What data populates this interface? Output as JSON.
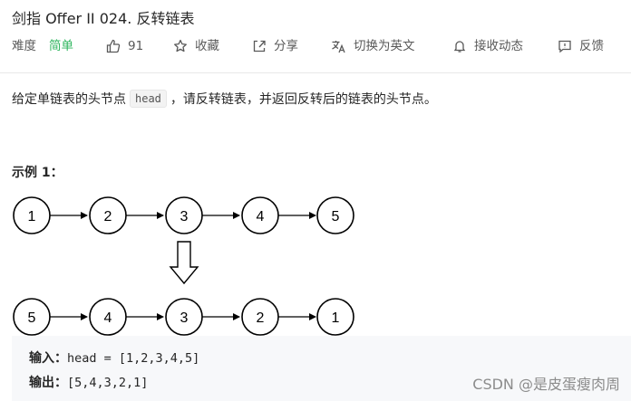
{
  "problem": {
    "title": "剑指 Offer II 024. 反转链表"
  },
  "meta": {
    "difficulty_label": "难度",
    "difficulty_value": "简单",
    "likes": "91",
    "favorite_label": "收藏",
    "share_label": "分享",
    "translate_label": "切换为英文",
    "notify_label": "接收动态",
    "feedback_label": "反馈",
    "colors": {
      "difficulty": "#2db55d",
      "meta_text": "#595959"
    }
  },
  "description": {
    "before": "给定单链表的头节点",
    "code": "head",
    "after": "，请反转链表，并返回反转后的链表的头节点。"
  },
  "example": {
    "title": "示例 1：",
    "input_label": "输入：",
    "input_value": "head = [1,2,3,4,5]",
    "output_label": "输出：",
    "output_value": "[5,4,3,2,1]"
  },
  "diagram": {
    "original_list": [
      "1",
      "2",
      "3",
      "4",
      "5"
    ],
    "reversed_list": [
      "5",
      "4",
      "3",
      "2",
      "1"
    ],
    "down_arrow_icon": "down-arrow-icon"
  },
  "watermark": "CSDN @是皮蛋瘦肉周"
}
